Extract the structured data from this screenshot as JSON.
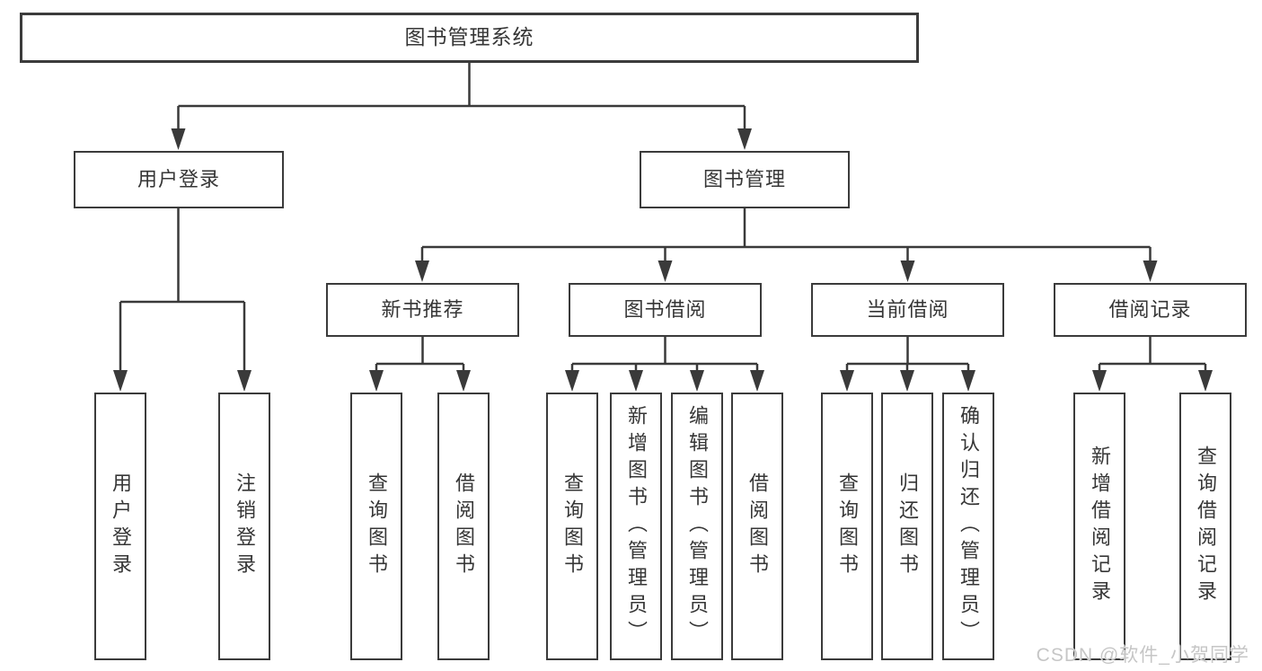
{
  "nodes": {
    "root": "图书管理系统",
    "user_login": "用户登录",
    "book_mgmt": "图书管理",
    "new_book": "新书推荐",
    "book_borrow": "图书借阅",
    "current_borrow": "当前借阅",
    "borrow_record": "借阅记录",
    "leaf_user_login": "用户登录",
    "leaf_logout": "注销登录",
    "leaf_newbook_query": "查询图书",
    "leaf_newbook_borrow": "借阅图书",
    "leaf_borrow_query": "查询图书",
    "leaf_borrow_add": "新增图书（管理员）",
    "leaf_borrow_edit": "编辑图书（管理员）",
    "leaf_borrow_borrow": "借阅图书",
    "leaf_current_query": "查询图书",
    "leaf_current_return": "归还图书",
    "leaf_current_confirm": "确认归还（管理员）",
    "leaf_record_add": "新增借阅记录",
    "leaf_record_query": "查询借阅记录"
  },
  "watermark": "CSDN @软件_小贺同学",
  "colors": {
    "line": "#3a3a3a",
    "border": "#3b3b3b",
    "text": "#363636",
    "background": "#ffffff",
    "watermark": "#c6c6c6"
  }
}
